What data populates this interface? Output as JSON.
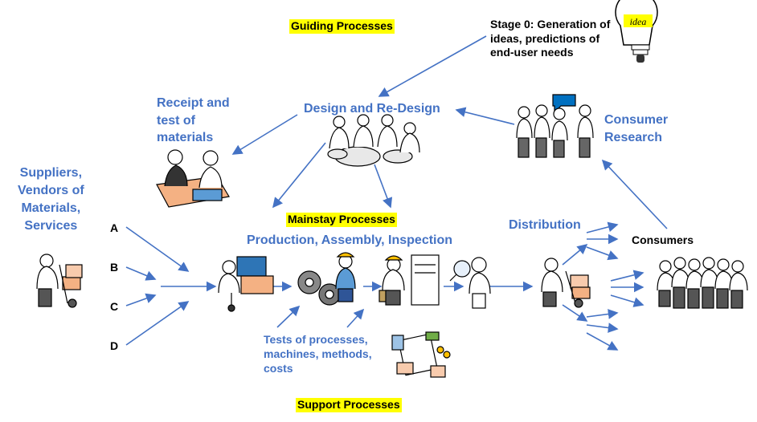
{
  "title": "Processes diagram",
  "colors": {
    "arrow": "#4472c4",
    "label_blue": "#4472c4",
    "highlight": "#ffff00"
  },
  "labels": {
    "guiding": "Guiding Processes",
    "mainstay": "Mainstay Processes",
    "support": "Support Processes",
    "stage0": [
      "Stage 0: Generation of",
      "ideas, predictions of",
      "end-user needs"
    ],
    "idea_bulb_text": "idea",
    "design": "Design and Re-Design",
    "receipt": [
      "Receipt and",
      "test of",
      "materials"
    ],
    "consumer_research": [
      "Consumer",
      "Research"
    ],
    "suppliers": [
      "Suppliers,",
      "Vendors of",
      "Materials,",
      "Services"
    ],
    "production": "Production, Assembly, Inspection",
    "distribution": "Distribution",
    "consumers": "Consumers",
    "tests": [
      "Tests of processes,",
      "machines, methods,",
      "costs"
    ],
    "inputs": [
      "A",
      "B",
      "C",
      "D"
    ]
  }
}
